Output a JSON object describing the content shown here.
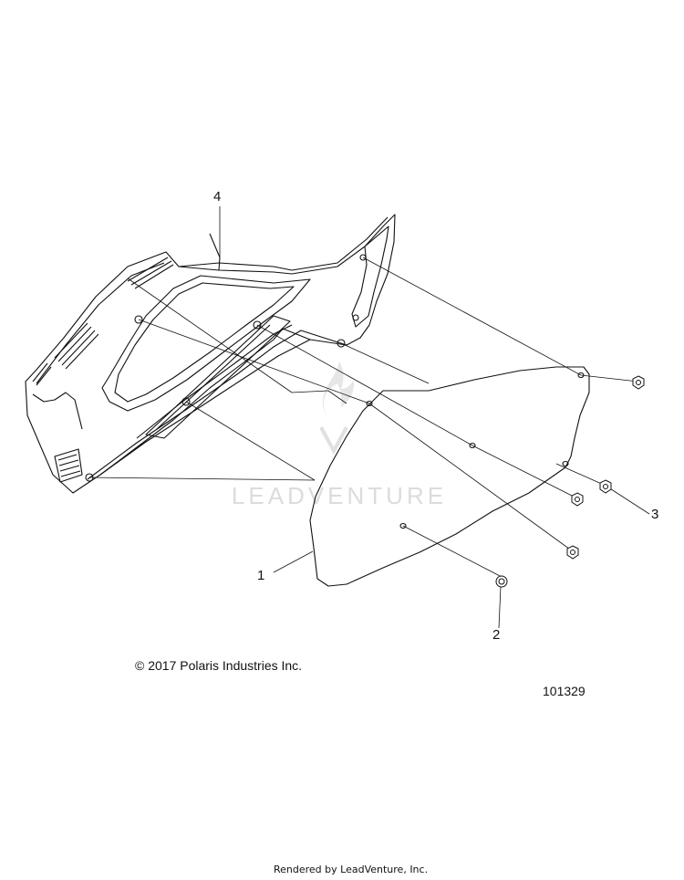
{
  "diagram": {
    "callouts": {
      "part_1": "1",
      "part_2": "2",
      "part_3": "3",
      "part_4": "4"
    },
    "watermark": "LEADVENTURE",
    "copyright": "© 2017 Polaris Industries Inc.",
    "diagram_number": "101329",
    "render_credit": "Rendered by LeadVenture, Inc.",
    "colors": {
      "line": "#111111",
      "watermark": "#d8d8d8"
    }
  }
}
